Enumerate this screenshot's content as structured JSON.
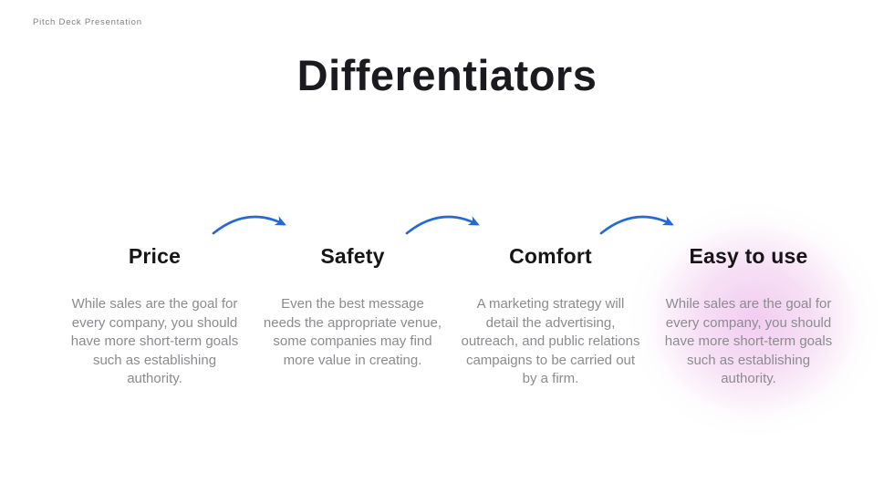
{
  "slide": {
    "kicker": "Pitch Deck Presentation",
    "title": "Differentiators"
  },
  "accent": {
    "arrow_color": "#2369da",
    "glow_color": "#f2cdf0",
    "heading_color": "#161618",
    "body_text_color": "#8c8b90"
  },
  "columns": [
    {
      "heading": "Price",
      "body": "While sales are the goal for every company, you should have more short-term goals such as establishing authority.",
      "highlighted": false
    },
    {
      "heading": "Safety",
      "body": "Even the best message needs the appropriate venue, some companies may find more value in creating.",
      "highlighted": false
    },
    {
      "heading": "Comfort",
      "body": "A marketing strategy will detail the advertising, outreach, and public relations campaigns to be carried out by a firm.",
      "highlighted": false
    },
    {
      "heading": "Easy to use",
      "body": "While sales are the goal for every company, you should have more short-term goals such as establishing authority.",
      "highlighted": true
    }
  ]
}
